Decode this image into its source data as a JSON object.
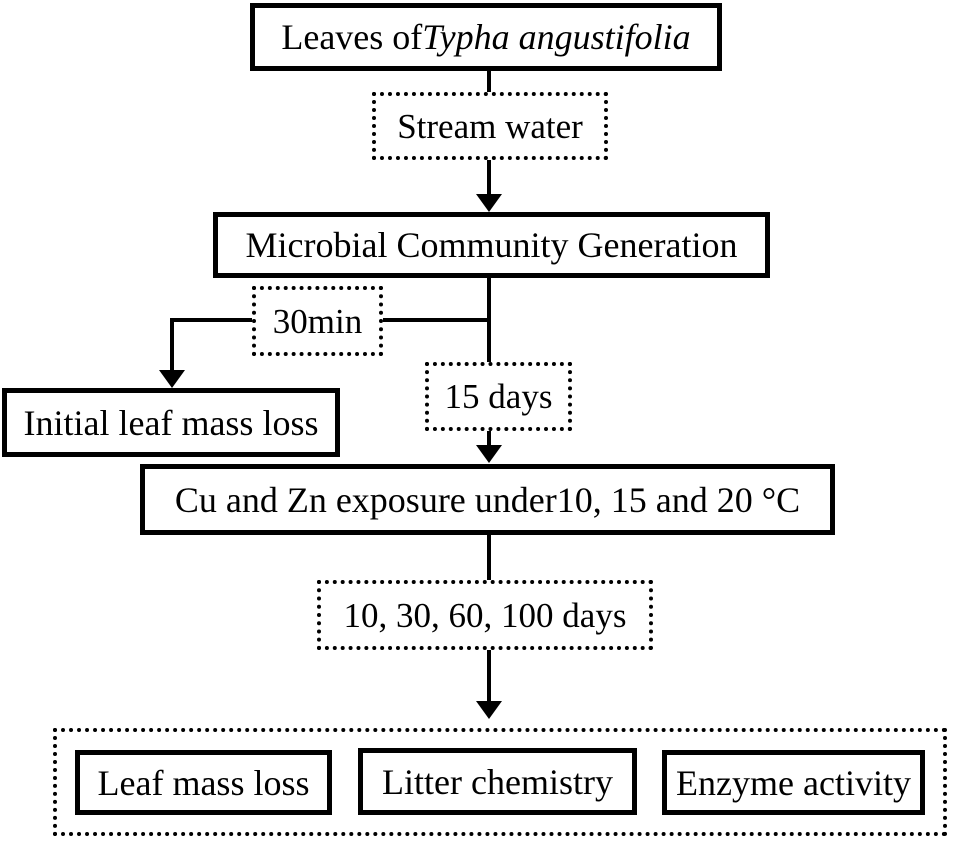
{
  "diagram": {
    "title": "Experimental design flowchart",
    "colors": {
      "line": "#000000",
      "background": "#ffffff",
      "text": "#000000"
    },
    "nodes": {
      "leaves_prefix": "Leaves of ",
      "leaves_species": "Typha angustifolia",
      "stream_water": "Stream water",
      "microbial": "Microbial Community Generation",
      "time_30min": "30min",
      "initial_loss": "Initial leaf mass loss",
      "time_15days": "15 days",
      "exposure": "Cu and Zn exposure under10, 15 and 20 °C",
      "sampling_days": "10, 30, 60, 100 days",
      "result_leaf_mass": "Leaf mass loss",
      "result_litter_chem": "Litter chemistry",
      "result_enzyme": "Enzyme activity"
    }
  }
}
